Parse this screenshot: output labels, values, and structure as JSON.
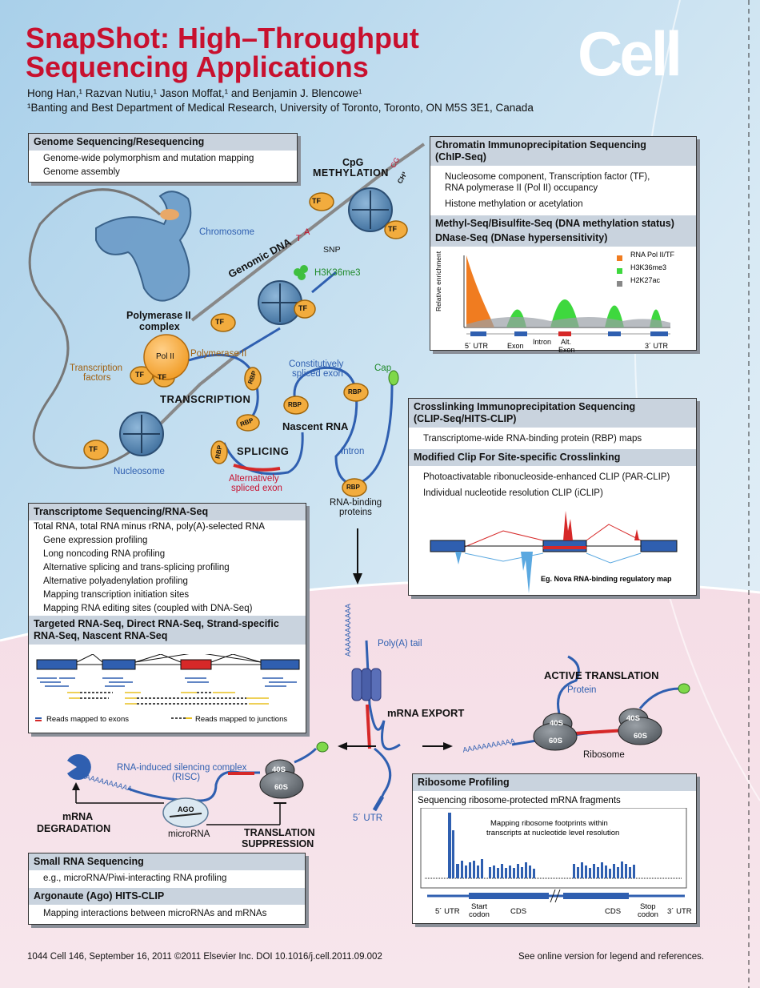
{
  "title_line1": "SnapShot: High–Throughput",
  "title_line2": "Sequencing Applications",
  "authors": "Hong Han,¹ Razvan Nutiu,¹ Jason Moffat,¹ and Benjamin J. Blencowe¹",
  "affiliation": "¹Banting and Best Department of Medical Research, University of Toronto, Toronto, ON M5S 3E1, Canada",
  "logo": "Cell",
  "genome_box": {
    "header": "Genome Sequencing/Resequencing",
    "items": [
      "Genome-wide polymorphism and mutation mapping",
      "Genome assembly"
    ]
  },
  "chip_box": {
    "header1": "Chromatin Immunoprecipitation Sequencing",
    "header2": "(ChIP-Seq)",
    "items": [
      "Nucleosome component, Transcription factor (TF),",
      "RNA polymerase II (Pol II) occupancy",
      "Histone methylation or acetylation"
    ],
    "sub1": "Methyl-Seq/Bisulfite-Seq (DNA methylation status)",
    "sub2": "DNase-Seq (DNase hypersensitivity)",
    "ylabel": "Relative enrichment",
    "legend": [
      "RNA Pol II/TF",
      "H3K36me3",
      "H2K27ac"
    ],
    "xlabels": [
      "5´ UTR",
      "Exon",
      "Intron",
      "Alt.",
      "Exon",
      "3´ UTR"
    ]
  },
  "clip_box": {
    "header1": "Crosslinking Immunoprecipitation Sequencing",
    "header2": "(CLIP-Seq/HITS-CLIP)",
    "item1": "Transcriptome-wide RNA-binding protein (RBP) maps",
    "sub": "Modified Clip For Site-specific Crosslinking",
    "items": [
      "Photoactivatable ribonucleoside-enhanced CLIP (PAR-CLIP)",
      "Individual nucleotide resolution CLIP (iCLIP)"
    ],
    "caption": "Eg. Nova RNA-binding regulatory map"
  },
  "rnaseq_box": {
    "header": "Transcriptome Sequencing/RNA-Seq",
    "lead": "Total RNA, total RNA minus rRNA, poly(A)-selected RNA",
    "items": [
      "Gene expression profiling",
      "Long noncoding RNA profiling",
      "Alternative splicing and trans-splicing profiling",
      "Alternative polyadenylation profiling",
      "Mapping transcription initiation sites",
      "Mapping RNA editing sites (coupled with DNA-Seq)"
    ],
    "sub1": "Targeted RNA-Seq, Direct RNA-Seq, Strand-specific",
    "sub2": "RNA-Seq, Nascent RNA-Seq",
    "legend_exons": "Reads mapped to exons",
    "legend_junctions": "Reads mapped to junctions"
  },
  "ribo_box": {
    "header": "Ribosome Profiling",
    "item": "Sequencing ribosome-protected mRNA fragments",
    "inner1": "Mapping ribosome footprints within",
    "inner2": "transcripts at nucleotide level resolution",
    "xlabels": [
      "5´ UTR",
      "Start",
      "codon",
      "CDS",
      "CDS",
      "Stop",
      "codon",
      "3´ UTR"
    ]
  },
  "small_box": {
    "header": "Small RNA Sequencing",
    "item1": "e.g., microRNA/Piwi-interacting RNA profiling",
    "sub": "Argonaute (Ago) HITS-CLIP",
    "item2": "Mapping interactions between microRNAs and mRNAs"
  },
  "labels": {
    "cpg": "CpG",
    "methylation": "METHYLATION",
    "cg": "CG",
    "ch3": "CH³",
    "chromosome": "Chromosome",
    "snp": "SNP",
    "genomic_dna": "Genomic DNA",
    "t": "T",
    "a": "A",
    "h3k36": "H3K36me3",
    "tf": "TF",
    "pol2_complex1": "Polymerase II",
    "pol2_complex2": "complex",
    "pol2": "Pol II",
    "polymerase2": "Polymerase II",
    "tfactors1": "Transcription",
    "tfactors2": "factors",
    "transcription": "TRANSCRIPTION",
    "nucleosome": "Nucleosome",
    "const1": "Constitutively",
    "const2": "spliced exon",
    "cap": "Cap",
    "rbp": "RBP",
    "nascent": "Nascent RNA",
    "splicing": "SPLICING",
    "intron": "Intron",
    "alt1": "Alternatively",
    "alt2": "spliced exon",
    "rbp_lbl1": "RNA-binding",
    "rbp_lbl2": "proteins",
    "polya": "Poly(A) tail",
    "aaaa": "AAAAAAAAAAA",
    "mrna_export": "mRNA EXPORT",
    "active": "ACTIVE TRANSLATION",
    "protein": "Protein",
    "s40": "40S",
    "s60": "60S",
    "ribosome": "Ribosome",
    "risc1": "RNA-induced silencing complex",
    "risc2": "(RISC)",
    "ago": "AGO",
    "microrna": "microRNA",
    "degr1": "mRNA",
    "degr2": "DEGRADATION",
    "supp1": "TRANSLATION",
    "supp2": "SUPPRESSION",
    "utr5": "5´ UTR"
  },
  "footer": {
    "left": "1044   Cell 146, September 16, 2011 ©2011 Elsevier Inc.    DOI 10.1016/j.cell.2011.09.002",
    "right": "See online version for legend and references."
  },
  "colors": {
    "title": "#c8102e",
    "blue": "#2f5fb0",
    "orange": "#f0a030",
    "nucleosome": "#4a78a8"
  },
  "icons": [
    "chromosome-icon",
    "nucleosome-icon",
    "pol2-icon",
    "ribosome-icon",
    "nuclear-pore-icon",
    "ago-icon",
    "pacman-icon"
  ]
}
